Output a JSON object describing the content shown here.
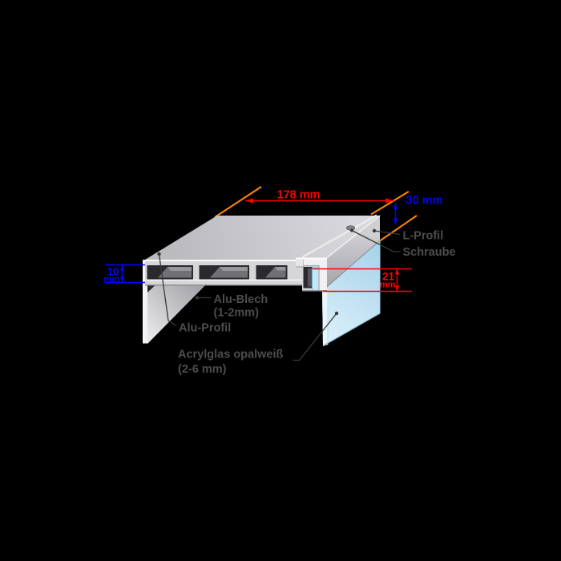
{
  "diagram": {
    "description": "Exploded cross-section diagram of an aluminium light-box panel profile",
    "dimensions": {
      "width": {
        "text": "178 mm"
      },
      "depth": {
        "text": "30 mm"
      },
      "height": {
        "value": "10",
        "unit": "mm"
      },
      "overlap": {
        "value": "21",
        "unit": "mm"
      }
    },
    "labels": {
      "l_profil": "L-Profil",
      "schraube": "Schraube",
      "alu_blech": "Alu-Blech",
      "alu_blech_size": "(1-2mm)",
      "alu_profil": "Alu-Profil",
      "acrylglas": "Acrylglas opalweiß",
      "acrylglas_size": "(2-6 mm)"
    },
    "colors": {
      "background": "#000000",
      "dim-red": "#ff0000",
      "dim-blue": "#0000ff",
      "ext-orange": "#ff8a00",
      "label-gray": "#4d4d4d",
      "leader-gray": "#383838",
      "aluminum-face": "#d6d6d9",
      "chamber-dark": "#2a2a2e",
      "acrylic-blue": "#bfe2f3",
      "acrylic-light": "#e8f6fc"
    }
  }
}
